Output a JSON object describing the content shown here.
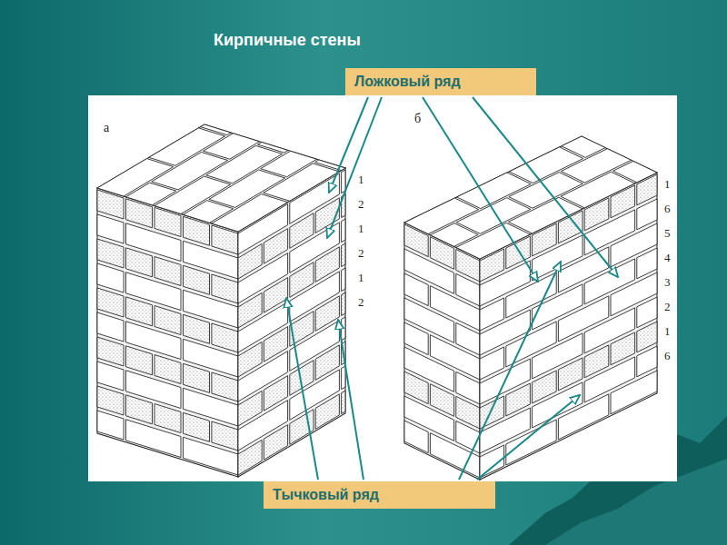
{
  "diagram": {
    "title": "Кирпичные стены",
    "nodes": [
      {
        "text": [
          "Ложковый ряд"
        ]
      },
      {
        "text": [
          "Тычковый ряд"
        ]
      }
    ],
    "labels": [
      "а",
      "б",
      "1",
      "2",
      "1",
      "2",
      "1",
      "2",
      "1",
      "6",
      "5",
      "4",
      "3",
      "2",
      "1",
      "6"
    ]
  }
}
